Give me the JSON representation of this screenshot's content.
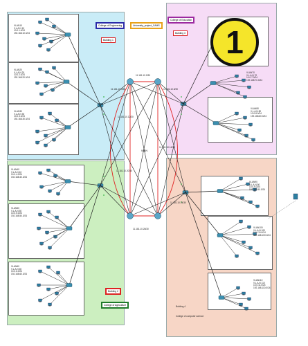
{
  "zones": {
    "engineering": {
      "label": "College of Engineering",
      "building": "Building 1"
    },
    "agriculture": {
      "label": "College of Agriculture",
      "building": "Building 2"
    },
    "education": {
      "label": "College of Education",
      "building": "Building 3"
    },
    "computer_science": {
      "label": "College of computer science",
      "building": "Building 4"
    }
  },
  "project_tag": "University_project_CAMS",
  "badge_number": "1",
  "wan_label": "WAN",
  "router_link_labels": [
    "11.181.10.0/30",
    "11.181.10.4/30",
    "11.181.10.8/30",
    "11.181.10.12/30",
    "11.181.10.16/30",
    "11.181.10.20/30",
    "11.181.10.24/30",
    "11.181.10.28/30"
  ],
  "subnets": {
    "tl1": "VLAN10\nV.L.A.N 10\n10.0.1.0/24\n192.168.10.0/24",
    "tl2": "VLAN20\nV.L.A.N 20\n10.0.2.0/24\n192.168.20.0/24",
    "tl3": "VLAN30\nV.L.A.N 30\n10.0.3.0/24\n192.168.30.0/24",
    "bl1": "VLAN40\nV.L.A.N 40\n10.0.4.0/24\n192.168.40.0/24",
    "bl2": "VLAN50\nV.L.A.N 50\n10.0.5.0/24\n192.168.50.0/24",
    "bl3": "VLAN60\nV.L.A.N 60\n10.0.6.0/24\n192.168.60.0/24",
    "tr1": "VLAN70\nV.L.A.N 70\n10.0.7.0/24\n192.168.70.0/24",
    "tr2": "VLAN80\nV.L.A.N 80\n10.0.8.0/24\n192.168.80.0/24",
    "br1": "VLAN90\nV.L.A.N 90\n10.0.9.0/24\n192.168.90.0/24",
    "br2": "VLAN100\nV.L.A.N 100\n10.0.10.0/24\n192.168.100.0/24",
    "br3": "VLAN110\nV.L.A.N 110\n10.0.11.0/24\n192.168.110.0/24"
  },
  "colors": {
    "engineering_bg": "#c9ecf7",
    "agriculture_bg": "#ccefc0",
    "education_bg": "#f6dcf6",
    "cs_bg": "#f7d6c6",
    "project_border": "#e8a21a",
    "link_black": "#222222",
    "link_red": "#e02020",
    "link_green": "#3bb54a",
    "device": "#2d7fa0"
  }
}
